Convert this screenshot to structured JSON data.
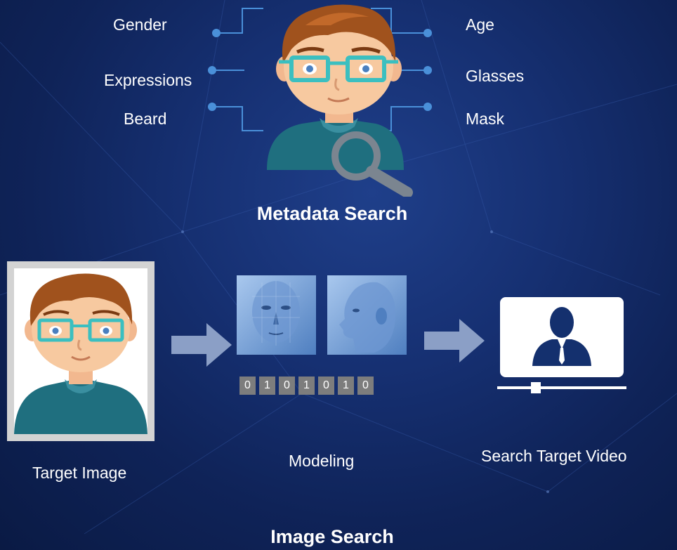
{
  "metadata_search": {
    "title": "Metadata Search",
    "attributes_left": [
      "Gender",
      "Expressions",
      "Beard"
    ],
    "attributes_right": [
      "Age",
      "Glasses",
      "Mask"
    ]
  },
  "image_search": {
    "title": "Image Search",
    "target_image_label": "Target Image",
    "modeling_label": "Modeling",
    "search_video_label": "Search Target Video",
    "bits": [
      "0",
      "1",
      "0",
      "1",
      "0",
      "1",
      "0"
    ]
  },
  "colors": {
    "background": "#163072",
    "connector": "#4a90d9",
    "shirt": "#1f6f7f",
    "hair": "#a0521d",
    "glasses": "#3bbfc0",
    "arrow": "#8b9fc6",
    "bit_box": "#7d7d7d"
  },
  "icons": [
    "cartoon-avatar-icon",
    "magnifier-icon",
    "face-model-icon",
    "video-person-icon",
    "arrow-right-icon"
  ]
}
